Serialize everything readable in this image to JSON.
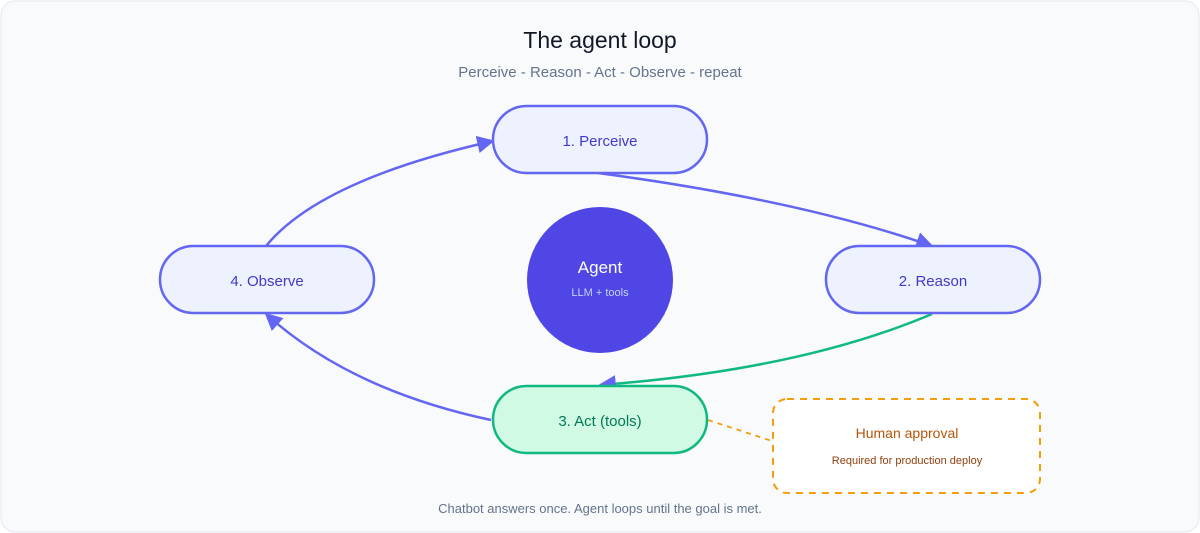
{
  "diagram": {
    "title": "The agent loop",
    "subtitle": "Perceive - Reason - Act - Observe - repeat",
    "footer": "Chatbot answers once. Agent loops until the goal is met.",
    "center": {
      "title": "Agent",
      "subtitle": "LLM + tools",
      "color": "#4f46e5"
    },
    "nodes": {
      "perceive": {
        "label": "1. Perceive"
      },
      "reason": {
        "label": "2. Reason"
      },
      "act": {
        "label": "3. Act (tools)"
      },
      "observe": {
        "label": "4. Observe"
      }
    },
    "note": {
      "title": "Human approval",
      "subtitle": "Required for production deploy",
      "color": "#f59e0b"
    },
    "colors": {
      "primary": "#6366f1",
      "node_fill": "#eef2ff",
      "node_text": "#4338ca",
      "act_stroke": "#10b981",
      "act_fill": "#d1fae5",
      "act_text": "#047857",
      "background": "#f8fafc"
    }
  }
}
